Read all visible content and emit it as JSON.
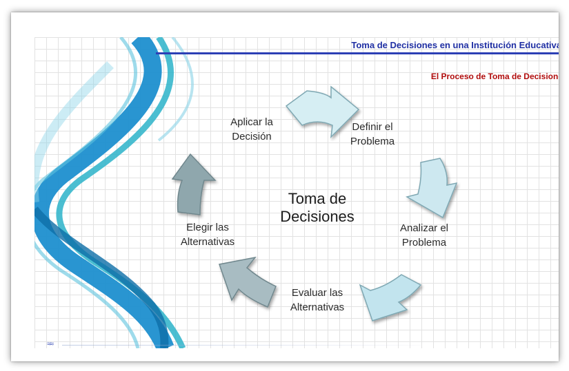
{
  "header": {
    "title": "Toma de Decisiones en una Institución Educativa",
    "subtitle": "El Proceso de Toma de Decisione"
  },
  "diagram": {
    "center": {
      "line1": "Toma de",
      "line2": "Decisiones"
    },
    "steps": [
      {
        "line1": "Definir el",
        "line2": "Problema"
      },
      {
        "line1": "Analizar el",
        "line2": "Problema"
      },
      {
        "line1": "Evaluar las",
        "line2": "Alternativas"
      },
      {
        "line1": "Elegir las",
        "line2": "Alternativas"
      },
      {
        "line1": "Aplicar la",
        "line2": "Decisión"
      }
    ],
    "arrows": [
      {
        "color": "#d6eef3",
        "points_to": "Definir el Problema"
      },
      {
        "color": "#cde8f0",
        "points_to": "Analizar el Problema"
      },
      {
        "color": "#c2e4ee",
        "points_to": "Evaluar las Alternativas"
      },
      {
        "color": "#a8bcc2",
        "points_to": "Elegir las Alternativas"
      },
      {
        "color": "#8fa7ad",
        "points_to": "Aplicar la Decisión"
      }
    ]
  },
  "colors": {
    "title_blue": "#1f2fa3",
    "subtitle_red": "#b10d0d",
    "swirl_blue": "#1e8fcf",
    "swirl_teal": "#2bb3c9",
    "grid": "#e2e2e2"
  },
  "footer": {
    "icon": "logo-icon"
  }
}
